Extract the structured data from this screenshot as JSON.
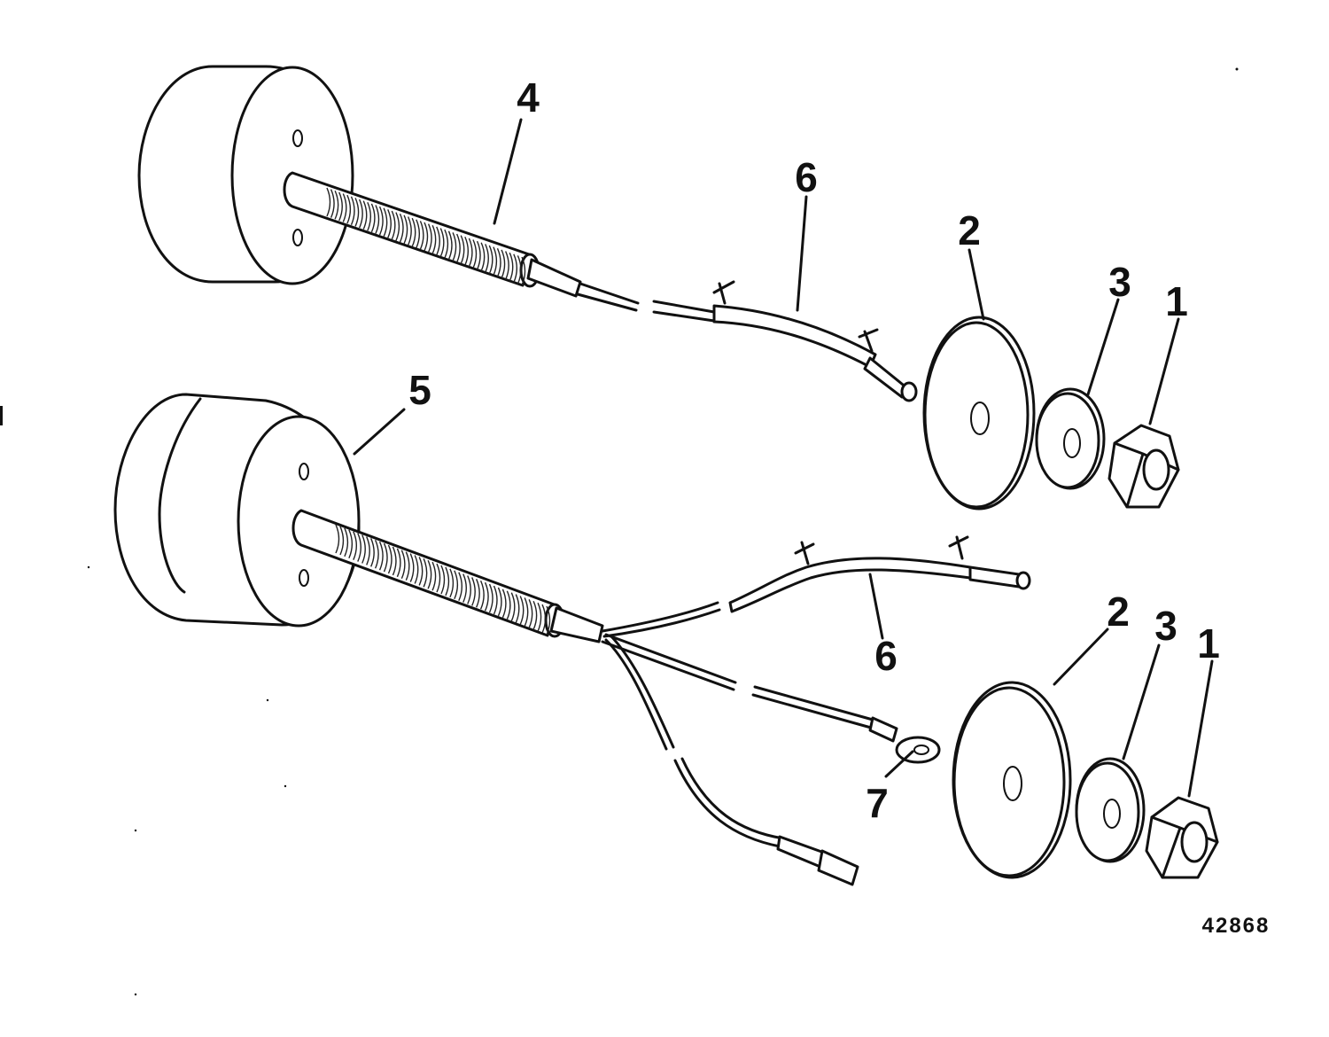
{
  "figure_number": "42868",
  "callouts": {
    "upper": {
      "sender_assembly": "4",
      "wire": "6",
      "washer_large": "2",
      "washer_small": "3",
      "nut": "1"
    },
    "lower": {
      "sender_assembly": "5",
      "wire": "6",
      "terminal": "7",
      "washer_large": "2",
      "washer_small": "3",
      "nut": "1"
    }
  }
}
